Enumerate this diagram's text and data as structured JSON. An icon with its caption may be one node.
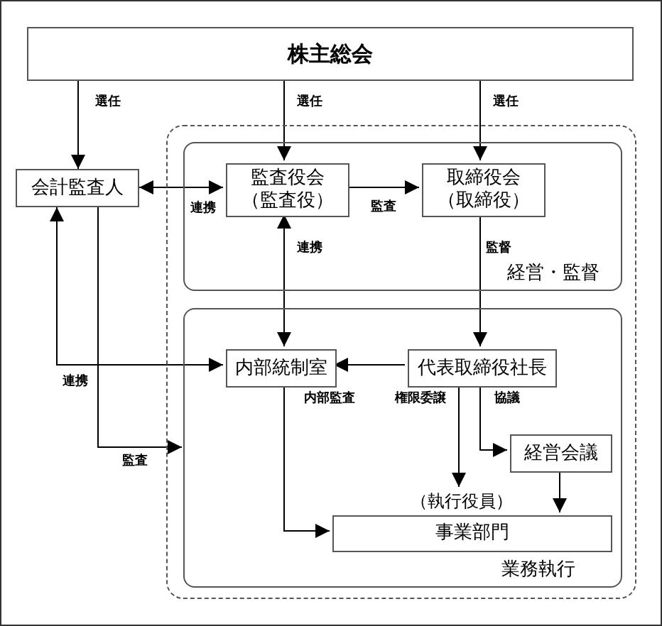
{
  "diagram": {
    "nodes": [
      {
        "text": [
          "株主総会"
        ]
      },
      {
        "text": [
          "会計監査人"
        ]
      },
      {
        "text": [],
        "shape": "box"
      },
      {
        "text": [
          "経営・監督"
        ],
        "in": 2
      },
      {
        "text": [
          "監査役会",
          "（監査役）"
        ],
        "in": 3
      },
      {
        "text": [
          "取締役会",
          "（取締役）"
        ],
        "in": 3
      },
      {
        "text": [
          "業務執行"
        ],
        "in": 2
      },
      {
        "text": [
          "内部統制室"
        ],
        "in": 6
      },
      {
        "text": [
          "代表取締役社長"
        ],
        "in": 6
      },
      {
        "text": [
          "経営会議"
        ],
        "in": 6
      },
      {
        "text": [
          "（執行役員）"
        ],
        "in": 6
      },
      {
        "text": [
          "事業部門"
        ],
        "in": 6
      }
    ],
    "edges": [
      {
        "from": 0,
        "to": 1,
        "arrow": "to",
        "label": "選任"
      },
      {
        "from": 0,
        "to": 4,
        "arrow": "to",
        "label": "選任"
      },
      {
        "from": 0,
        "to": 5,
        "arrow": "to",
        "label": "選任"
      },
      {
        "from": 1,
        "to": 4,
        "arrow": "both",
        "label": "連携"
      },
      {
        "from": 4,
        "to": 5,
        "arrow": "to",
        "label": "監査"
      },
      {
        "from": 4,
        "to": 7,
        "arrow": "both",
        "label": "連携"
      },
      {
        "from": 5,
        "to": 8,
        "arrow": "to",
        "label": "監督"
      },
      {
        "from": 1,
        "to": 7,
        "arrow": "both",
        "label": "連携"
      },
      {
        "from": 1,
        "to": 6,
        "arrow": "to",
        "label": "監査"
      },
      {
        "from": 8,
        "to": 7,
        "arrow": "to"
      },
      {
        "from": 7,
        "to": 11,
        "arrow": "to",
        "label": "内部監査"
      },
      {
        "from": 8,
        "to": 10,
        "arrow": "to",
        "label": "権限委譲"
      },
      {
        "from": 8,
        "to": 9,
        "arrow": "to",
        "label": "協議"
      },
      {
        "from": 9,
        "to": 11,
        "arrow": "to"
      }
    ]
  }
}
